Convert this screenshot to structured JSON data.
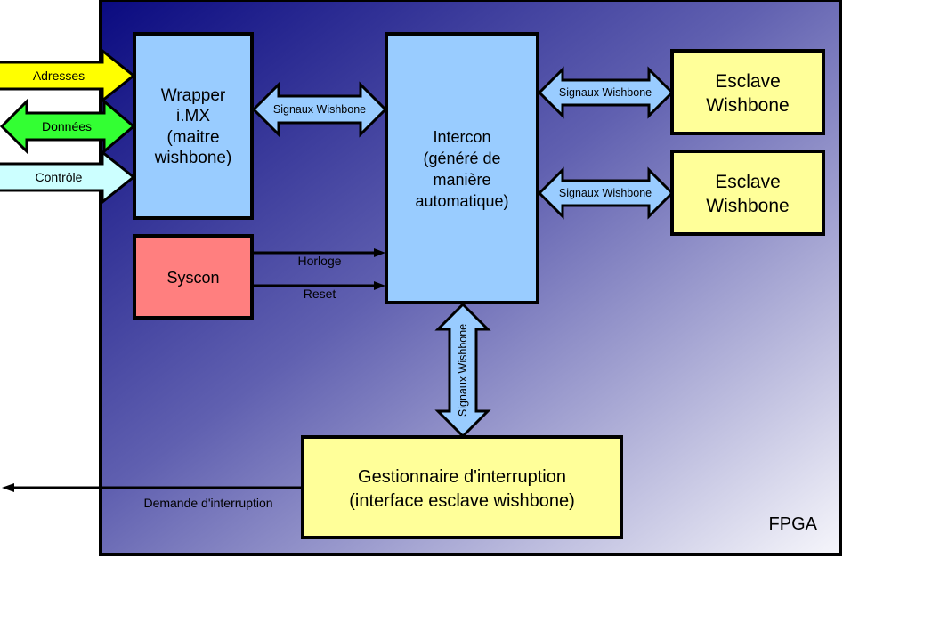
{
  "diagram": {
    "container": {
      "label": "FPGA"
    },
    "colors": {
      "fpga_gradient_start": "#0a0a80",
      "fpga_gradient_end": "#f6f6fb",
      "wishbone_blue": "#99ccff",
      "slave_yellow": "#ffff99",
      "syscon_red": "#ff7f7f",
      "addr_yellow": "#ffff00",
      "data_green": "#33ff33",
      "ctrl_cyan": "#ccffff",
      "outline": "#000000"
    },
    "blocks": {
      "wrapper": {
        "lines": [
          "Wrapper",
          "i.MX",
          "(maitre",
          "wishbone)"
        ]
      },
      "intercon": {
        "lines": [
          "Intercon",
          "(généré de",
          "manière",
          "automatique)"
        ]
      },
      "slave1": {
        "lines": [
          "Esclave",
          "Wishbone"
        ]
      },
      "slave2": {
        "lines": [
          "Esclave",
          "Wishbone"
        ]
      },
      "syscon": {
        "lines": [
          "Syscon"
        ]
      },
      "irq": {
        "lines": [
          "Gestionnaire d'interruption",
          "(interface esclave wishbone)"
        ]
      }
    },
    "external_signals": {
      "addresses": "Adresses",
      "data": "Données",
      "control": "Contrôle"
    },
    "wishbone_links": {
      "wrapper_intercon": "Signaux Wishbone",
      "intercon_slave1": "Signaux Wishbone",
      "intercon_slave2": "Signaux Wishbone",
      "intercon_irq": "Signaux Wishbone"
    },
    "wires": {
      "clock": "Horloge",
      "reset": "Reset",
      "interrupt_request": "Demande d'interruption"
    }
  }
}
